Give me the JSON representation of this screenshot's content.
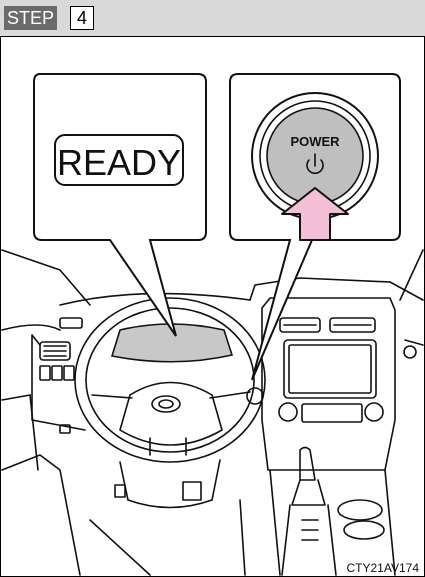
{
  "header": {
    "step_label": "STEP",
    "step_number": "4"
  },
  "indicator": {
    "ready_label": "READY"
  },
  "power_button": {
    "label": "POWER",
    "icon": "power-icon"
  },
  "figure_code": "CTY21AV174",
  "colors": {
    "header_bg": "#d9d9d9",
    "step_label_bg": "#6b6b6b",
    "arrow_pink": "#f2bfd6",
    "button_gray": "#bfbfbf",
    "display_gray": "#c8c8c8"
  }
}
